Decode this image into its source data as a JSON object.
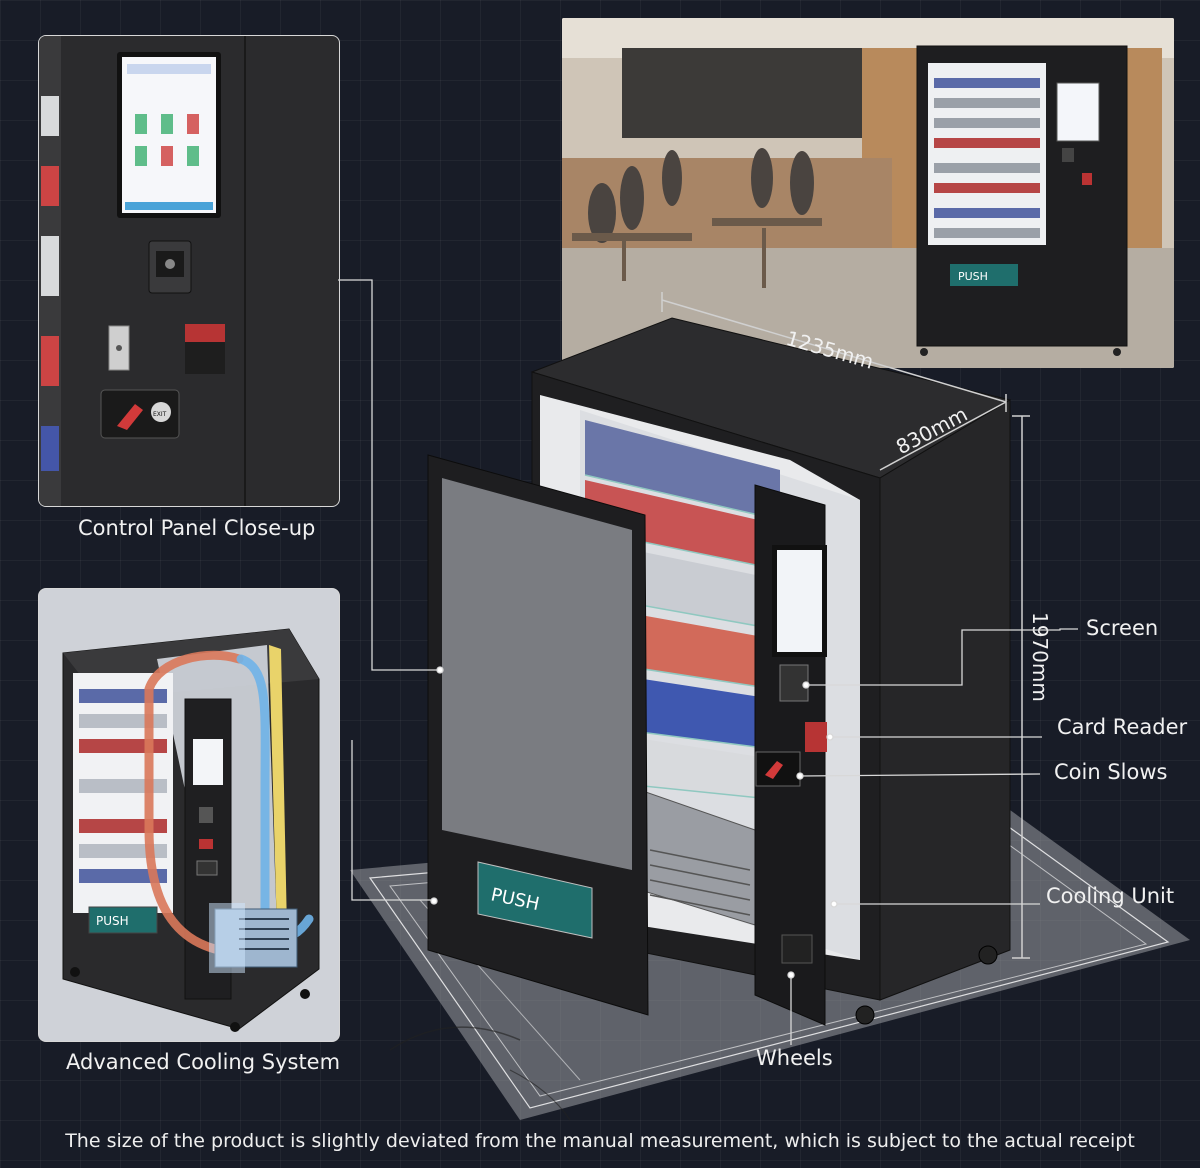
{
  "panels": {
    "control_panel": {
      "caption": "Control Panel Close-up",
      "exit_label": "EXIT"
    },
    "cooling": {
      "caption": "Advanced Cooling System",
      "push_label": "PUSH"
    },
    "office_photo": {
      "push_label": "PUSH"
    }
  },
  "machine": {
    "push_label": "PUSH"
  },
  "dimensions": {
    "width": "1235mm",
    "depth": "830mm",
    "height": "1970mm"
  },
  "callouts": {
    "screen": "Screen",
    "card_reader": "Card Reader",
    "coin_slots": "Coin Slows",
    "cooling_unit": "Cooling Unit",
    "wheels": "Wheels"
  },
  "footnote": "The size of the product is slightly deviated from the manual measurement, which is subject to the actual receipt",
  "colors": {
    "background": "#181c27",
    "machine_body": "#222224",
    "push_plate": "#1f6e6c",
    "cold_air": "#6fb3e8",
    "warm_air": "#d9785a",
    "insulation": "#e9d36a"
  }
}
